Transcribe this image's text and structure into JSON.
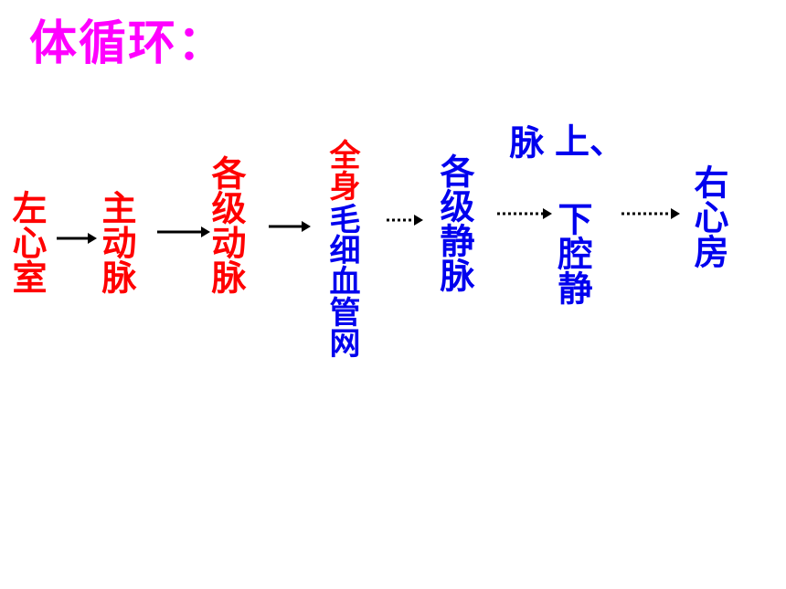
{
  "title": "体循环：",
  "colors": {
    "title": "#ff00ff",
    "artery": "#ff0000",
    "vein": "#0000ee",
    "arrow": "#000000"
  },
  "nodes": {
    "left_ventricle": "左心室",
    "aorta": "主动脉",
    "arteries": "各级动脉",
    "capillary_red": "全身",
    "capillary_blue": "毛细血管网",
    "veins": "各级静脉",
    "vena_cava_top": "脉",
    "vena_cava_upper": "上、",
    "vena_cava_lower": "下腔静",
    "right_atrium": "右心房"
  },
  "arrows": [
    {
      "id": "a1",
      "style": "solid"
    },
    {
      "id": "a2",
      "style": "solid"
    },
    {
      "id": "a3",
      "style": "solid"
    },
    {
      "id": "a4",
      "style": "dotted"
    },
    {
      "id": "a5",
      "style": "dotted"
    },
    {
      "id": "a6",
      "style": "dotted"
    }
  ]
}
